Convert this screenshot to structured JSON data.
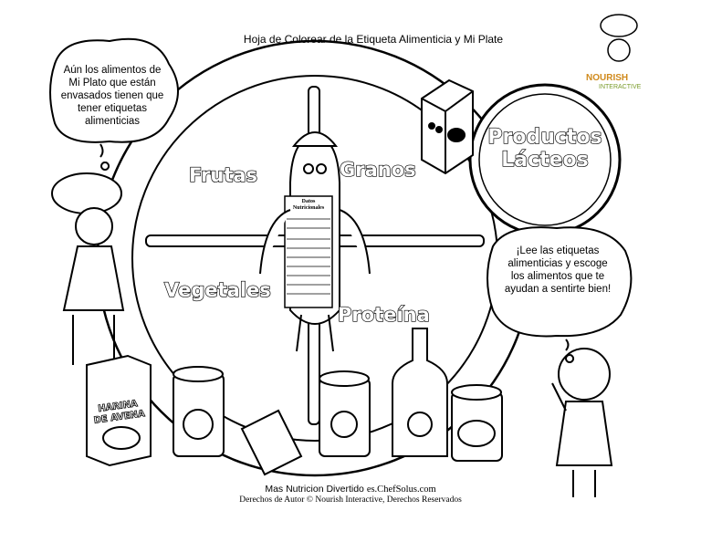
{
  "title": "Hoja de Colorear de la Etiqueta Alimenticia y Mi Plate",
  "plate_groups": {
    "fruits": "Frutas",
    "grains": "Granos",
    "vegetables": "Vegetales",
    "protein": "Proteína",
    "dairy_line1": "Productos",
    "dairy_line2": "Lácteos"
  },
  "left_bubble": "Aún los alimentos de Mi Plato que están envasados tienen que tener etiquetas alimenticias",
  "right_bubble": "¡Lee las etiquetas alimenticias y escoge los alimentos que te ayudan a sentirte bien!",
  "nutrition_label": {
    "title": "Datos Nutricionales"
  },
  "oat_box_label": "HARINA DE AVENA",
  "logo": {
    "line1": "NOURISH",
    "line2": "INTERACTIVE"
  },
  "footer": {
    "line1_sans": "Mas Nutricion Divertido",
    "line1_site": "es.ChefSolus.com",
    "line2": "Derechos de Autor © Nourish Interactive, Derechos Reservados"
  }
}
